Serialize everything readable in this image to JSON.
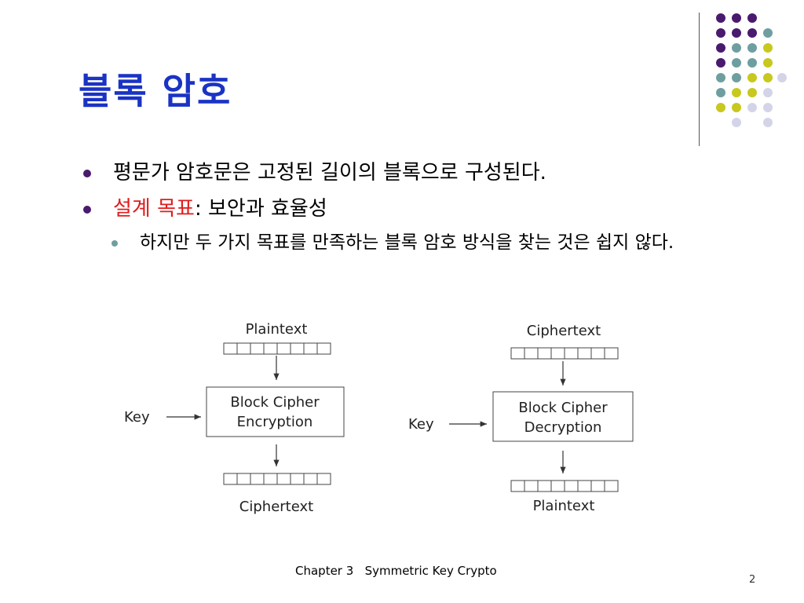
{
  "title": "블록 암호",
  "bullets": {
    "b1": "평문가 암호문은 고정된 길이의 블록으로 구성된다.",
    "b2_red": "설계 목표",
    "b2_rest": ": 보안과 효율성",
    "sub1": "하지만 두 가지 목표를 만족하는 블록 암호 방식을 찾는 것은 쉽지 않다."
  },
  "diagram": {
    "left": {
      "top_label": "Plaintext",
      "box_line1": "Block Cipher",
      "box_line2": "Encryption",
      "key_label": "Key",
      "bottom_label": "Ciphertext"
    },
    "right": {
      "top_label": "Ciphertext",
      "box_line1": "Block Cipher",
      "box_line2": "Decryption",
      "key_label": "Key",
      "bottom_label": "Plaintext"
    }
  },
  "footer": "Chapter 3   Symmetric Key Crypto",
  "page_number": "2",
  "colors": {
    "title": "#1a33c4",
    "purple": "#4a1a6e",
    "teal": "#6f9ea0",
    "yellow": "#c8c81e",
    "lavender": "#d4d4e8",
    "highlight": "#e01c1c"
  }
}
